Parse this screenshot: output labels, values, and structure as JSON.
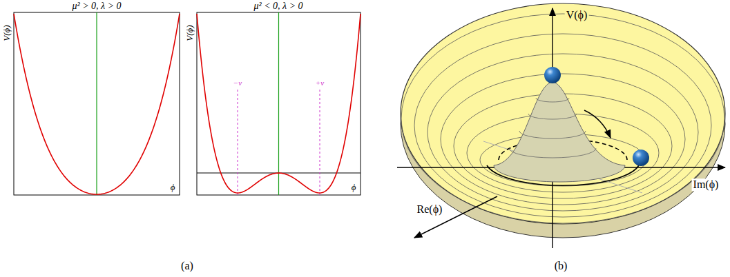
{
  "diagram": {
    "labels": [
      "μ² > 0, λ > 0",
      "V(ϕ)",
      "ϕ",
      "μ² < 0, λ > 0",
      "V(ϕ)",
      "−ν",
      "+ν",
      "ϕ",
      "V(ϕ)",
      "Im(ϕ)",
      "Re(ϕ)",
      "(a)",
      "(b)"
    ]
  }
}
